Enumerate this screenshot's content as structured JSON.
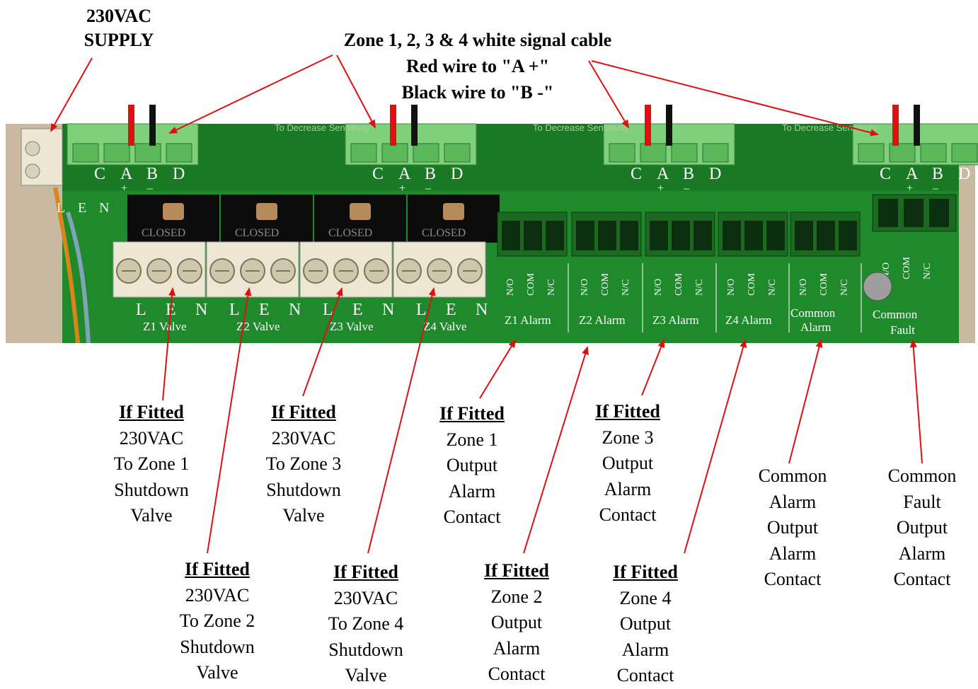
{
  "supply_label": [
    "230VAC",
    "SUPPLY"
  ],
  "signal_note": [
    "Zone 1, 2, 3 & 4 white signal cable",
    "Red wire  to \"A +\"",
    "Black wire  to \"B -\""
  ],
  "terminal_letters": [
    "C",
    "A",
    "B",
    "D"
  ],
  "plus_sign": "+",
  "minus_sign": "–",
  "silk_sensitivity": "To Decrease Sensitivity",
  "silk_len": [
    "L",
    "E",
    "N"
  ],
  "closed_label": "CLOSED",
  "valve_labels": [
    "Z1 Valve",
    "Z2 Valve",
    "Z3 Valve",
    "Z4 Valve"
  ],
  "alarm_labels": [
    "Z1 Alarm",
    "Z2 Alarm",
    "Z3 Alarm",
    "Z4 Alarm"
  ],
  "common_alarm_silk": [
    "Common",
    "Alarm"
  ],
  "common_fault_silk": [
    "Common",
    "Fault"
  ],
  "relay_pins": [
    "N/O",
    "COM",
    "N/C"
  ],
  "callouts": {
    "z1_valve": {
      "title": "If Fitted",
      "lines": [
        "230VAC",
        "To Zone 1",
        "Shutdown",
        "Valve"
      ]
    },
    "z3_valve": {
      "title": "If Fitted",
      "lines": [
        "230VAC",
        "To Zone 3",
        "Shutdown",
        "Valve"
      ]
    },
    "z1_alarm": {
      "title": "If Fitted",
      "lines": [
        "Zone 1",
        "Output",
        "Alarm",
        "Contact"
      ]
    },
    "z3_alarm": {
      "title": "If Fitted",
      "lines": [
        "Zone 3",
        "Output",
        "Alarm",
        "Contact"
      ]
    },
    "common_alarm": {
      "lines": [
        "Common",
        "Alarm",
        "Output",
        "Alarm",
        "Contact"
      ]
    },
    "common_fault": {
      "lines": [
        "Common",
        "Fault",
        "Output",
        "Alarm",
        "Contact"
      ]
    },
    "z2_valve": {
      "title": "If Fitted",
      "lines": [
        "230VAC",
        "To Zone 2",
        "Shutdown",
        "Valve"
      ]
    },
    "z4_valve": {
      "title": "If Fitted",
      "lines": [
        "230VAC",
        "To Zone 4",
        "Shutdown",
        "Valve"
      ]
    },
    "z2_alarm": {
      "title": "If Fitted",
      "lines": [
        "Zone 2",
        "Output",
        "Alarm",
        "Contact"
      ]
    },
    "z4_alarm": {
      "title": "If Fitted",
      "lines": [
        "Zone 4",
        "Output",
        "Alarm",
        "Contact"
      ]
    }
  },
  "colors": {
    "pcb_green": "#1f8a2c",
    "pcb_dark": "#0f5a18",
    "connector_green": "#7fd07a",
    "arrow_red": "#e01010",
    "wire_black": "#111111",
    "terminal_cream": "#ece6d2"
  }
}
